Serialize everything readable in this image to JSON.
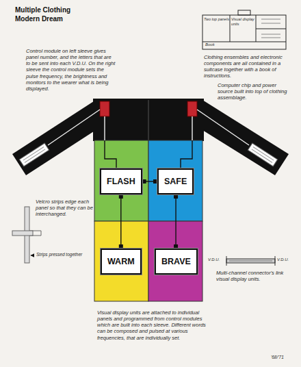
{
  "diagram": {
    "title": "Multiple Clothing Modern Dream",
    "nodes": [
      {
        "text": [
          "FLASH"
        ]
      },
      {
        "text": [
          "SAFE"
        ]
      },
      {
        "text": [
          "WARM"
        ]
      },
      {
        "text": [
          "BRAVE"
        ]
      }
    ],
    "edges": [
      {
        "from": 0,
        "to": 1,
        "arrow": "none"
      },
      {
        "from": 0,
        "to": 2,
        "arrow": "none"
      },
      {
        "from": 1,
        "to": 3,
        "arrow": "none"
      }
    ],
    "labels": [
      "Control module on left sleeve gives panel number, and the letters that are to be sent into each V.D.U. On the right sleeve the control module sets the pulse frequency, the brightness and monitors to the wearer what is being displayed.",
      "Two top panels",
      "Visual display units",
      "Book",
      "Clothing ensembles and electronic components are all contained in a suitcase together with a book of instructions.",
      "Computer chip and power source built into top of clothing assemblage.",
      "Velcro strips edge each panel so that they can be interchanged.",
      "Strips pressed together",
      "V.D.U.",
      "V.D.U.",
      "Multi-channel connector's link visual display units.",
      "Visual display units are attached to individual panels and programmed from control modules which are built into each sleeve. Different words can be composed and pulsed at various frequencies, that are individually set.",
      "'68/'71"
    ]
  }
}
